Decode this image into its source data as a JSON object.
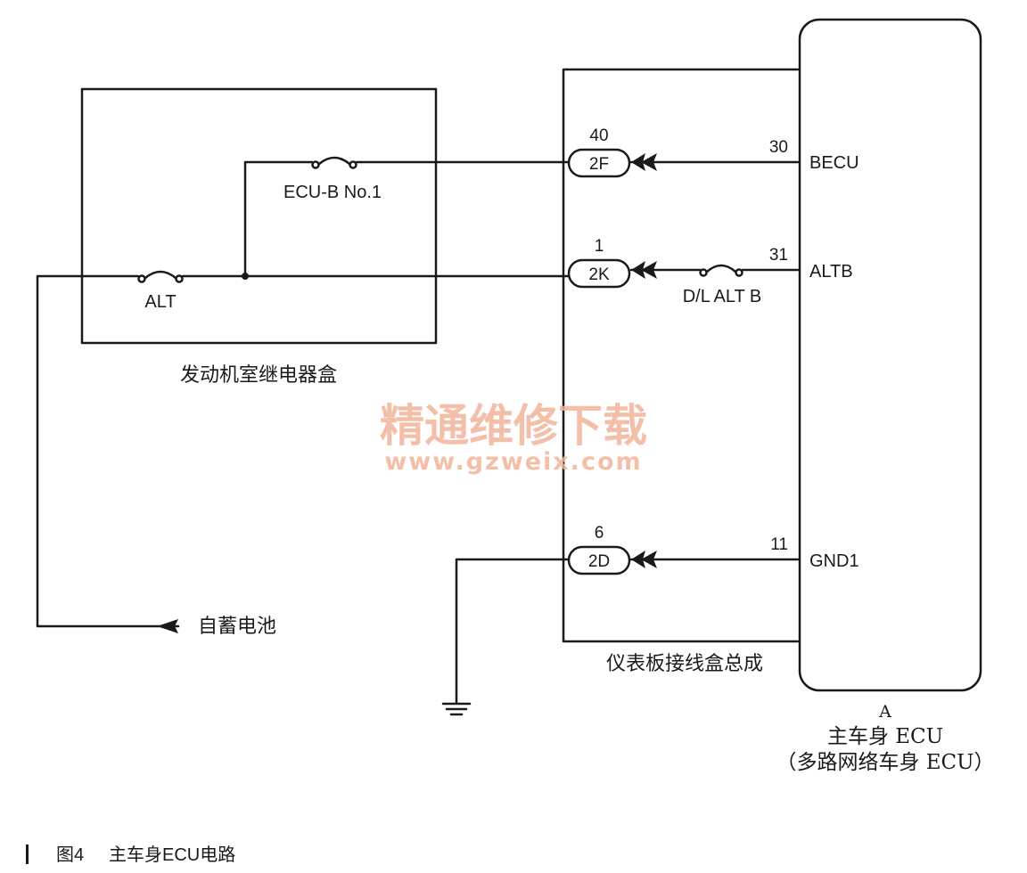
{
  "relay_box": {
    "label": "发动机室继电器盒",
    "fuse_ecub": "ECU-B No.1",
    "fuse_alt": "ALT"
  },
  "junction_box": {
    "label": "仪表板接线盒总成"
  },
  "connectors": [
    {
      "pin": "40",
      "code": "2F"
    },
    {
      "pin": "1",
      "code": "2K"
    },
    {
      "pin": "6",
      "code": "2D"
    }
  ],
  "ecu": {
    "connector": "A",
    "title": "主车身 ECU",
    "subtitle": "（多路网络车身 ECU）",
    "terminals": [
      {
        "pin": "30",
        "name": "BECU"
      },
      {
        "pin": "31",
        "name": "ALTB"
      },
      {
        "pin": "11",
        "name": "GND1"
      }
    ]
  },
  "fuse_dl": "D/L ALT B",
  "battery_label": "自蓄电池",
  "watermark": {
    "cn": "精通维修下载",
    "url": "www.gzweix.com"
  },
  "caption": {
    "figure": "图4",
    "title": "主车身ECU电路"
  },
  "colors": {
    "line": "#1a1a1a",
    "watermark": "#f2b49a"
  }
}
